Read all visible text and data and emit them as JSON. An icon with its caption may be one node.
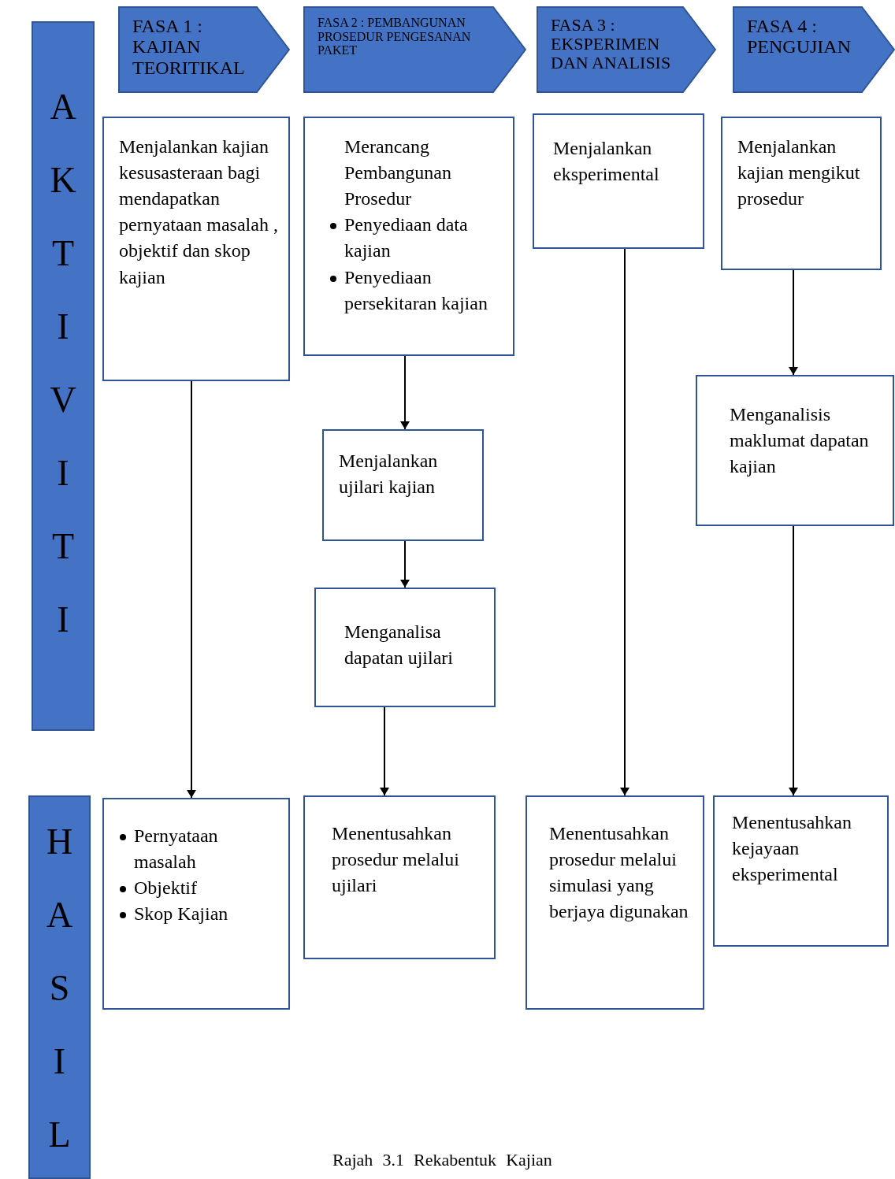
{
  "diagram": {
    "caption": "Rajah 3.1 Rekabentuk Kajian",
    "nodes": [
      {
        "text": [
          "AKTIVITI"
        ]
      },
      {
        "text": [
          "HASIL"
        ]
      },
      {
        "text": [
          "FASA 1 : KAJIAN TEORITIKAL"
        ]
      },
      {
        "text": [
          "FASA 2 : PEMBANGUNAN PROSEDUR PENGESANAN PAKET"
        ]
      },
      {
        "text": [
          "FASA 3 : EKSPERIMEN DAN ANALISIS"
        ]
      },
      {
        "text": [
          "FASA 4 : PENGUJIAN"
        ]
      },
      {
        "text": [
          "Menjalankan kajian kesusasteraan bagi mendapatkan pernyataan masalah , objektif dan skop kajian"
        ]
      },
      {
        "text": [
          "Merancang Pembangunan Prosedur",
          "Penyediaan data kajian",
          "Penyediaan persekitaran kajian"
        ]
      },
      {
        "text": [
          "Menjalankan ujilari kajian"
        ]
      },
      {
        "text": [
          "Menganalisa dapatan ujilari"
        ]
      },
      {
        "text": [
          "Menjalankan eksperimental"
        ]
      },
      {
        "text": [
          "Menjalankan kajian mengikut prosedur"
        ]
      },
      {
        "text": [
          "Menganalisis maklumat dapatan kajian"
        ]
      },
      {
        "text": [
          "Pernyataan masalah",
          "Objektif",
          "Skop Kajian"
        ]
      },
      {
        "text": [
          "Menentusahkan prosedur melalui ujilari"
        ]
      },
      {
        "text": [
          "Menentusahkan prosedur melalui simulasi yang berjaya digunakan"
        ]
      },
      {
        "text": [
          "Menentusahkan kejayaan eksperimental"
        ]
      }
    ],
    "edges": [
      {
        "from": 6,
        "to": 13,
        "arrow": "to"
      },
      {
        "from": 7,
        "to": 8,
        "arrow": "to"
      },
      {
        "from": 8,
        "to": 9,
        "arrow": "to"
      },
      {
        "from": 9,
        "to": 14,
        "arrow": "to"
      },
      {
        "from": 10,
        "to": 15,
        "arrow": "to"
      },
      {
        "from": 11,
        "to": 12,
        "arrow": "to"
      },
      {
        "from": 12,
        "to": 16,
        "arrow": "to"
      }
    ]
  }
}
